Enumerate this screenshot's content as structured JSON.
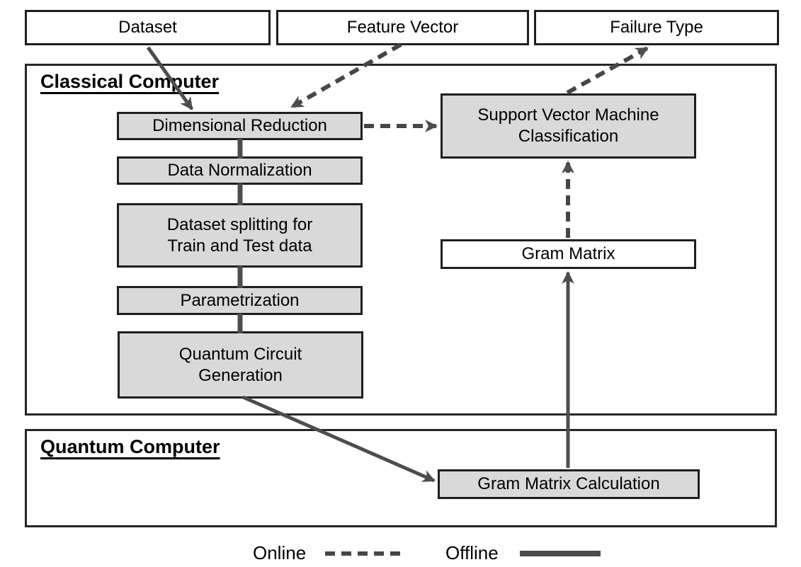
{
  "nodes": {
    "dataset": {
      "label": "Dataset",
      "kind": "io"
    },
    "feature_vector": {
      "label": "Feature Vector",
      "kind": "io"
    },
    "failure_type": {
      "label": "Failure Type",
      "kind": "io"
    },
    "dimensional_reduction": {
      "label": "Dimensional Reduction",
      "kind": "process"
    },
    "data_normalization": {
      "label": "Data Normalization",
      "kind": "process"
    },
    "dataset_splitting": {
      "label": "Dataset splitting for\nTrain and Test data",
      "kind": "process"
    },
    "parametrization": {
      "label": "Parametrization",
      "kind": "process"
    },
    "quantum_circuit_generation": {
      "label": "Quantum Circuit\nGeneration",
      "kind": "process"
    },
    "svm_classification": {
      "label": "Support Vector Machine\nClassification",
      "kind": "process"
    },
    "gram_matrix": {
      "label": "Gram Matrix",
      "kind": "io"
    },
    "gram_matrix_calculation": {
      "label": "Gram Matrix Calculation",
      "kind": "process"
    }
  },
  "sections": {
    "classical": {
      "title": "Classical Computer"
    },
    "quantum": {
      "title": "Quantum Computer"
    }
  },
  "legend": {
    "online": "Online",
    "offline": "Offline",
    "online_style": "dashed",
    "offline_style": "solid"
  },
  "edges": [
    {
      "from": "dataset",
      "to": "dimensional_reduction",
      "style": "offline"
    },
    {
      "from": "feature_vector",
      "to": "dimensional_reduction",
      "style": "online"
    },
    {
      "from": "dimensional_reduction",
      "to": "svm_classification",
      "style": "online"
    },
    {
      "from": "svm_classification",
      "to": "failure_type",
      "style": "online"
    },
    {
      "from": "gram_matrix",
      "to": "svm_classification",
      "style": "online"
    },
    {
      "from": "gram_matrix_calculation",
      "to": "gram_matrix",
      "style": "offline"
    },
    {
      "from": "quantum_circuit_generation",
      "to": "gram_matrix_calculation",
      "style": "offline"
    },
    {
      "from": "dimensional_reduction",
      "to": "data_normalization",
      "style": "offline"
    },
    {
      "from": "data_normalization",
      "to": "dataset_splitting",
      "style": "offline"
    },
    {
      "from": "dataset_splitting",
      "to": "parametrization",
      "style": "offline"
    },
    {
      "from": "parametrization",
      "to": "quantum_circuit_generation",
      "style": "offline"
    }
  ],
  "colors": {
    "process_fill": "#d9d9d9",
    "io_fill": "#ffffff",
    "node_border": "#1f1f1f",
    "container_border": "#262626",
    "arrow": "#4d4d4d",
    "text": "#000000",
    "background": "#ffffff"
  }
}
